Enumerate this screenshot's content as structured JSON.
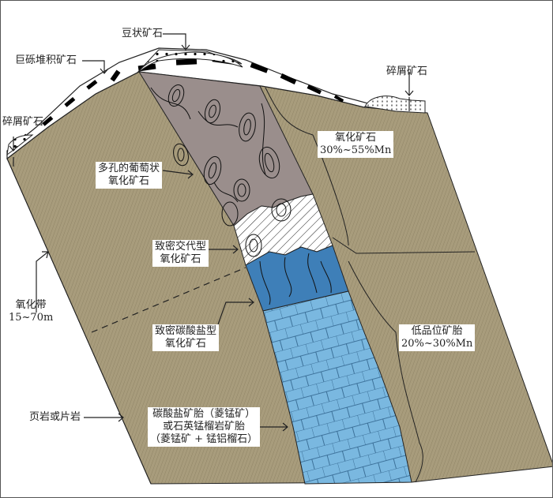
{
  "labels": {
    "pisolitic_ore": "豆状矿石",
    "boulder_ore": "巨砾堆积矿石",
    "detrital_ore_right": "碎屑矿石",
    "detrital_ore_left": "碎屑矿石",
    "porous_ore": [
      "多孔的葡萄状",
      "氧化矿石"
    ],
    "oxide_ore": [
      "氧化矿石",
      "30%~55%Mn"
    ],
    "dense_replacement": [
      "致密交代型",
      "氧化矿石"
    ],
    "oxidation_zone": [
      "氧化带",
      "15~70m"
    ],
    "dense_carbonate": [
      "致密碳酸盐型",
      "氧化矿石"
    ],
    "low_grade": [
      "低品位矿胎",
      "20%~30%Mn"
    ],
    "shale": "页岩或片岩",
    "carbonate_protore": [
      "碳酸盐矿胎（菱锰矿）",
      "或石英锰榴岩矿胎",
      "（菱锰矿 + 锰铝榴石）"
    ]
  },
  "colors": {
    "host_rock": "#a89c7c",
    "porous_ore": "#9a8e8c",
    "dense_carbonate_ore": "#3e7fb8",
    "protore": "#7ab8e0"
  }
}
